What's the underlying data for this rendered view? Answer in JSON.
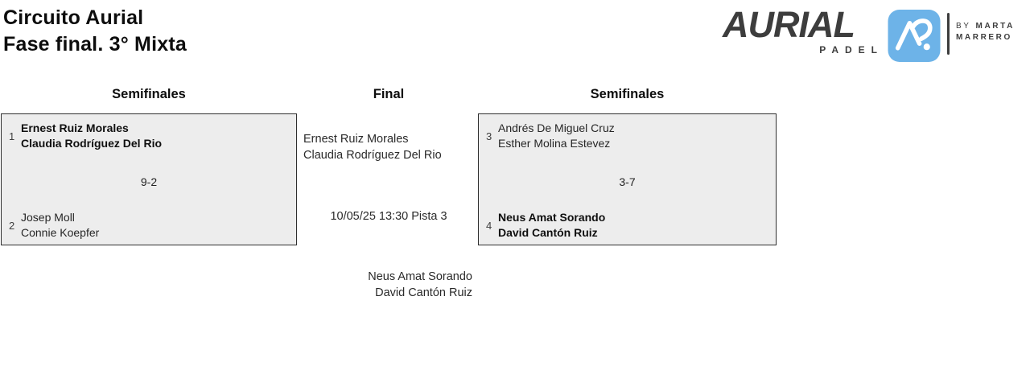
{
  "colors": {
    "brand-blue": "#6db3e8",
    "brand-charcoal": "#3d3d3d",
    "box-fill": "#ededed",
    "box-border": "#2f2f2f"
  },
  "header": {
    "title_line1": "Circuito Aurial",
    "title_line2": "Fase final. 3° Mixta"
  },
  "logo": {
    "brand": "AURIAL",
    "sub": "PADEL",
    "byline": {
      "by": "BY",
      "name_first": "MARTA",
      "name_last": "MARRERO"
    },
    "icon": "aurial-monogram-icon"
  },
  "bracket": {
    "column_headers": [
      "Semifinales",
      "Final",
      "Semifinales"
    ],
    "semifinal_left": {
      "team_top": {
        "seed": "1",
        "player1": "Ernest Ruiz Morales",
        "player2": "Claudia Rodríguez Del Rio",
        "winner": true
      },
      "score": "9-2",
      "team_bottom": {
        "seed": "2",
        "player1": "Josep Moll",
        "player2": "Connie Koepfer",
        "winner": false
      }
    },
    "final": {
      "finalist_top_player1": "Ernest Ruiz Morales",
      "finalist_top_player2": "Claudia Rodríguez Del Rio",
      "schedule": "10/05/25 13:30 Pista 3",
      "finalist_bottom_player1": "Neus Amat Sorando",
      "finalist_bottom_player2": "David Cantón Ruiz"
    },
    "semifinal_right": {
      "team_top": {
        "seed": "3",
        "player1": "Andrés De Miguel Cruz",
        "player2": "Esther Molina Estevez",
        "winner": false
      },
      "score": "3-7",
      "team_bottom": {
        "seed": "4",
        "player1": "Neus Amat Sorando",
        "player2": "David Cantón Ruiz",
        "winner": true
      }
    }
  }
}
